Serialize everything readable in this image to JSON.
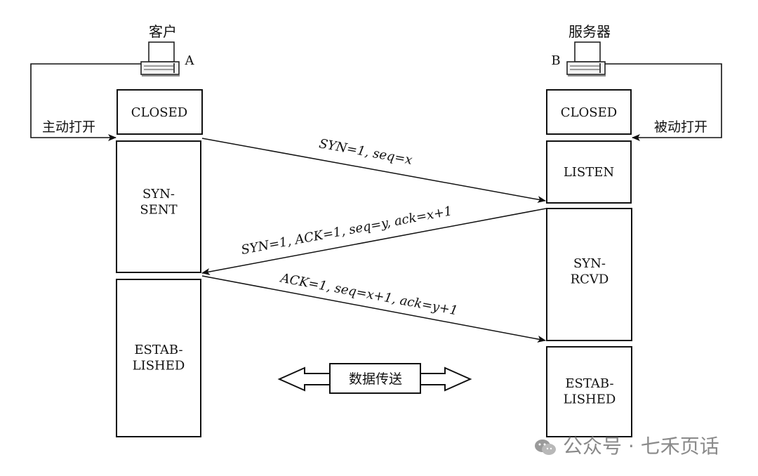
{
  "client": {
    "title": "客户",
    "host_label": "A",
    "action": "主动打开",
    "states": [
      "CLOSED",
      "SYN-\nSENT",
      "ESTAB-\nLISHED"
    ]
  },
  "server": {
    "title": "服务器",
    "host_label": "B",
    "action": "被动打开",
    "states": [
      "CLOSED",
      "LISTEN",
      "SYN-\nRCVD",
      "ESTAB-\nLISHED"
    ]
  },
  "messages": [
    {
      "label": "SYN=1, seq=x"
    },
    {
      "label": "SYN=1, ACK=1, seq=y, ack=x+1"
    },
    {
      "label": "ACK=1, seq=x+1, ack=y+1"
    }
  ],
  "data_transfer": "数据传送",
  "watermark": "公众号 · 七禾页话"
}
